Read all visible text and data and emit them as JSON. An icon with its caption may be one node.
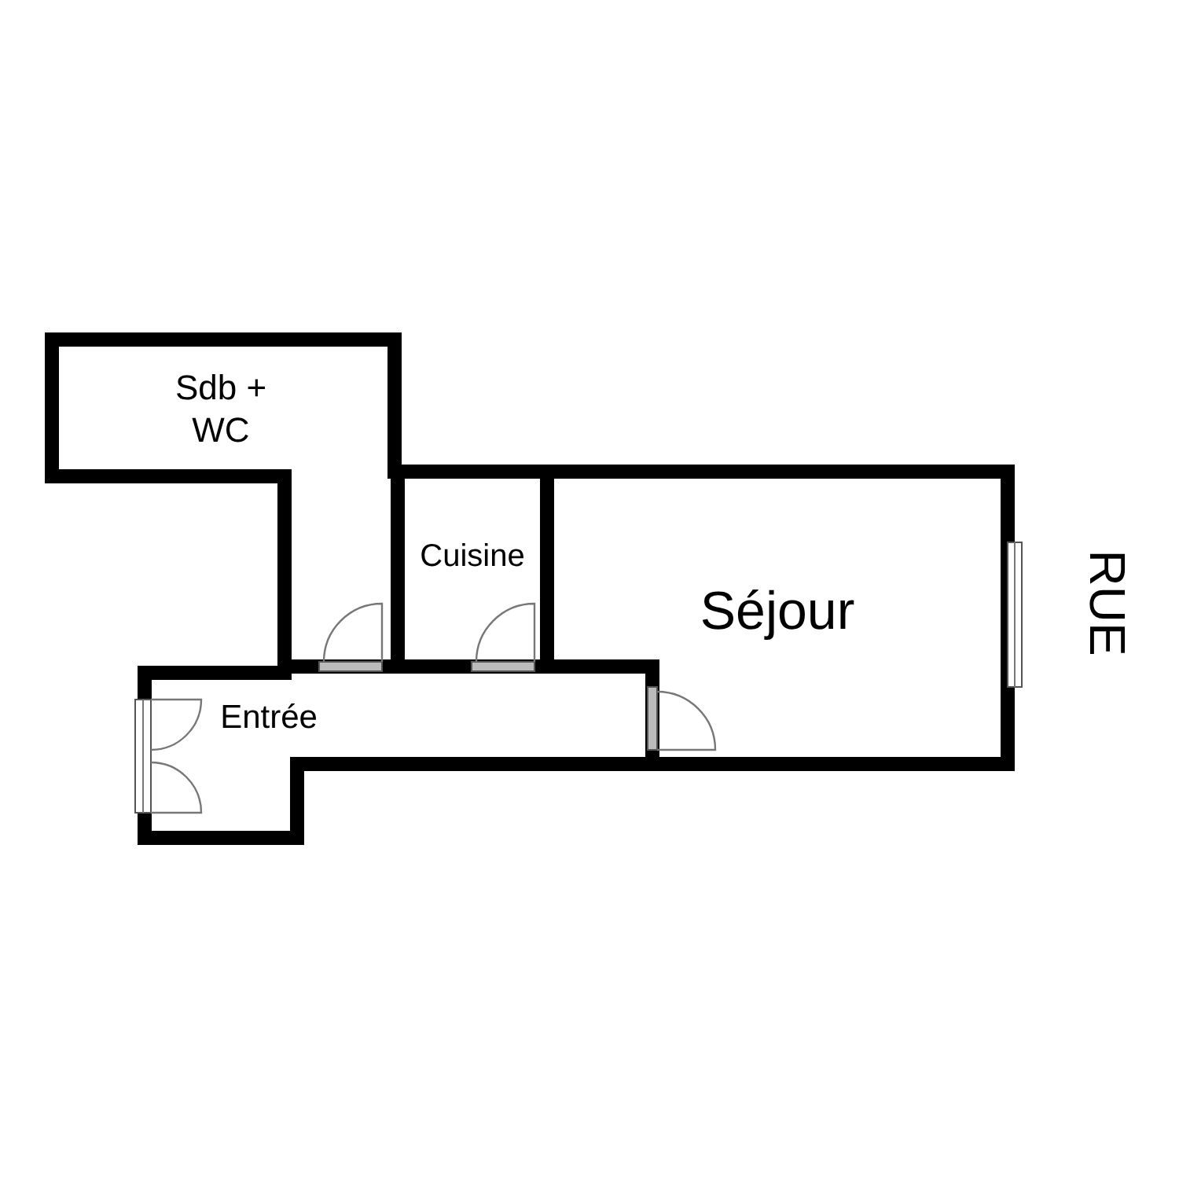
{
  "diagram": {
    "nodes": [
      {
        "text": [
          "Sdb + WC"
        ]
      },
      {
        "text": [
          "Cuisine"
        ]
      },
      {
        "text": [
          "Séjour"
        ]
      },
      {
        "text": [
          "Entrée"
        ]
      }
    ],
    "labels": [
      "RUE"
    ]
  }
}
